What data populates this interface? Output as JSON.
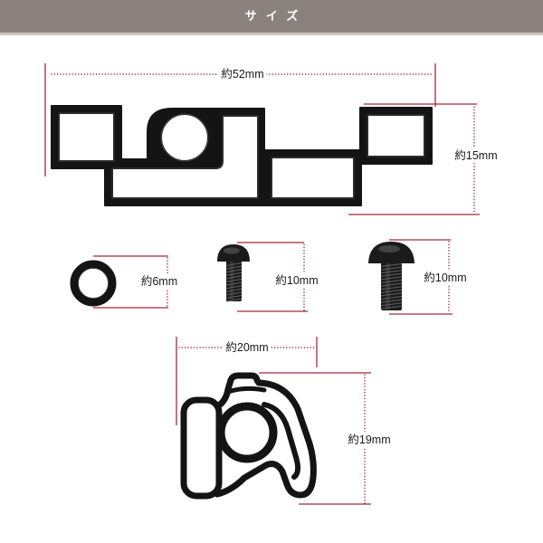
{
  "header": {
    "title": "サイズ"
  },
  "colors": {
    "header_bg": "#8b817c",
    "header_text": "#ffffff",
    "dimension_line": "#a3293b",
    "part": "#141414",
    "background": "#ffffff"
  },
  "dimensions": {
    "gasket_large_width": "約52mm",
    "gasket_large_height": "約15mm",
    "o_ring_diameter": "約6mm",
    "screw_small_length": "約10mm",
    "screw_large_length": "約10mm",
    "gasket_small_width": "約20mm",
    "gasket_small_height": "約19mm"
  }
}
